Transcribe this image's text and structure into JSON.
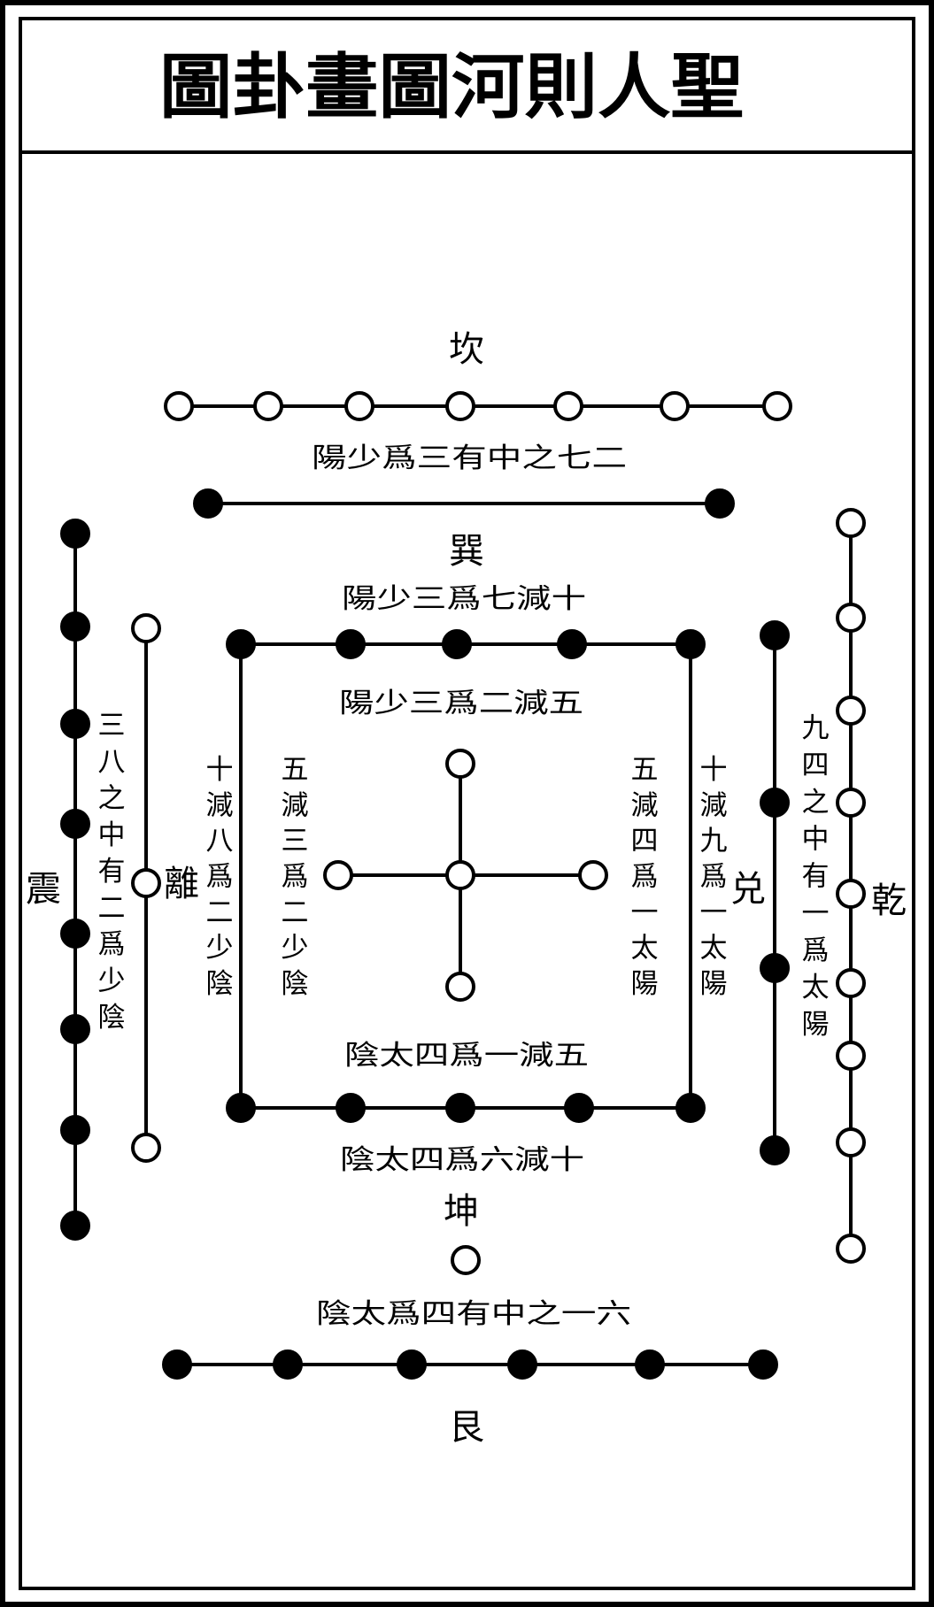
{
  "title": "圖卦畫圖河則人聖",
  "trigrams": {
    "kan": "坎",
    "xun": "巽",
    "kun": "坤",
    "gen": "艮",
    "zhen": "震",
    "li": "離",
    "dui": "兑",
    "qian": "乾"
  },
  "labels": {
    "kan_note": "陽少爲三有中之七二",
    "xun_note": "陽少三爲七減十",
    "inner_top": "陽少三爲二減五",
    "inner_bottom": "陰太四爲一減五",
    "kun_note": "陰太四爲六減十",
    "gen_note": "陰太爲四有中之一六",
    "zhen_note": "三八之中有二爲少陰",
    "li_note": "十減八爲二少陰",
    "inner_left": "五減三爲二少陰",
    "inner_right": "五減四爲一太陽",
    "dui_note": "十減九爲一太陽",
    "qian_note": "九四之中有一爲太陽"
  },
  "dot_colors": {
    "yang": "#ffffff",
    "yin": "#000000"
  }
}
